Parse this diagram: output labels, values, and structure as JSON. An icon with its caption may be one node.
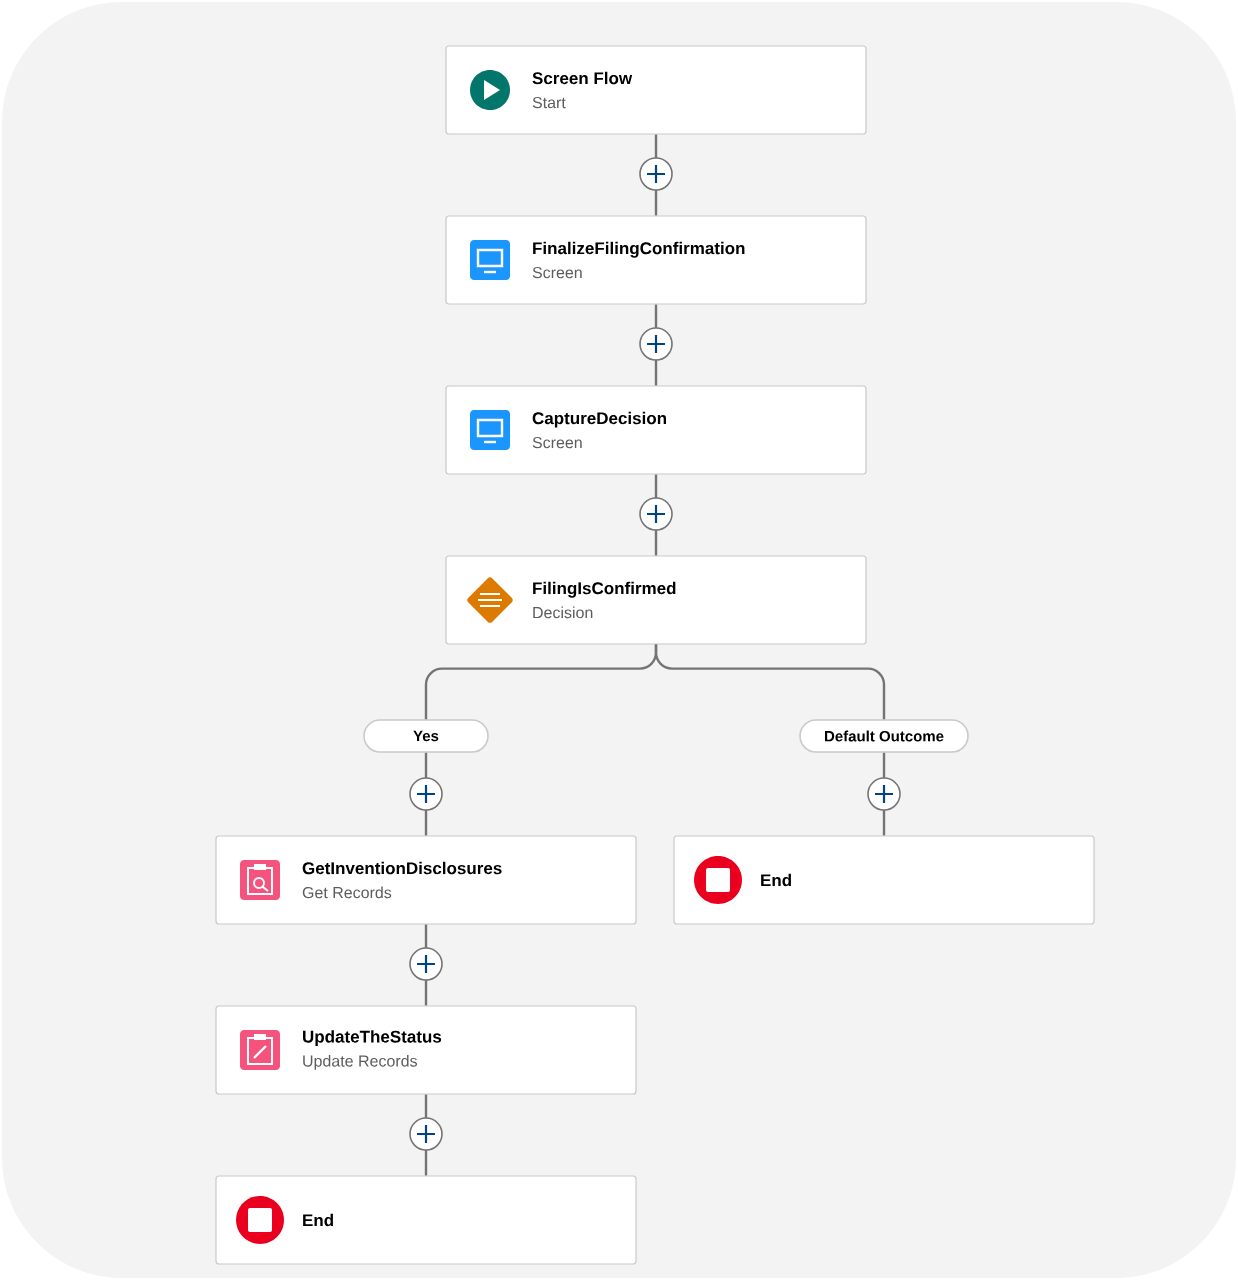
{
  "diagram": {
    "nodes": [
      {
        "text": [
          "Screen Flow",
          "Start"
        ]
      },
      {
        "text": [
          "FinalizeFilingConfirmation",
          "Screen"
        ]
      },
      {
        "text": [
          "CaptureDecision",
          "Screen"
        ]
      },
      {
        "text": [
          "FilingIsConfirmed",
          "Decision"
        ]
      },
      {
        "text": [
          "Yes"
        ]
      },
      {
        "text": [
          "Default Outcome"
        ]
      },
      {
        "text": [
          "GetInventionDisclosures",
          "Get Records"
        ]
      },
      {
        "text": [
          "End"
        ]
      },
      {
        "text": [
          "UpdateTheStatus",
          "Update Records"
        ]
      },
      {
        "text": [
          "End"
        ]
      }
    ],
    "edges": [
      {
        "from": 0,
        "to": 1,
        "arrow": "none"
      },
      {
        "from": 1,
        "to": 2,
        "arrow": "none"
      },
      {
        "from": 2,
        "to": 3,
        "arrow": "none"
      },
      {
        "from": 3,
        "to": 4,
        "arrow": "none"
      },
      {
        "from": 3,
        "to": 5,
        "arrow": "none"
      },
      {
        "from": 4,
        "to": 6,
        "arrow": "none"
      },
      {
        "from": 5,
        "to": 7,
        "arrow": "none"
      },
      {
        "from": 6,
        "to": 8,
        "arrow": "none"
      },
      {
        "from": 8,
        "to": 9,
        "arrow": "none"
      }
    ]
  }
}
